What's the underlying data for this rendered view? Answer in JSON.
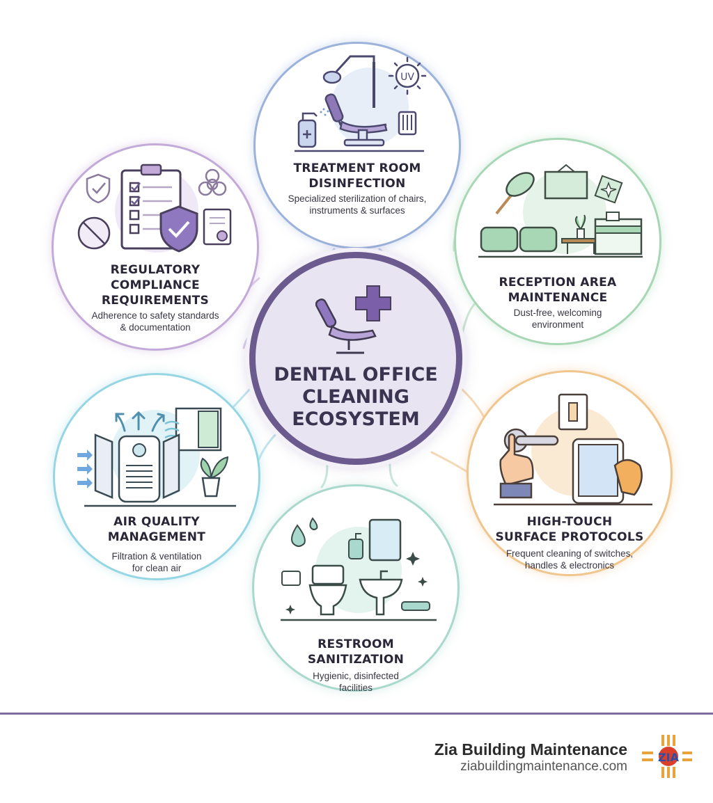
{
  "hub": {
    "title": "DENTAL OFFICE\nCLEANING\nECOSYSTEM"
  },
  "nodes": {
    "treatment": {
      "title_line1": "TREATMENT ROOM",
      "title_line2": "DISINFECTION",
      "desc_line1": "Specialized sterilization of chairs,",
      "desc_line2": "instruments & surfaces",
      "color": "#9bb2db",
      "art_label": "UV"
    },
    "reception": {
      "title_line1": "RECEPTION AREA",
      "title_line2": "MAINTENANCE",
      "desc_line1": "Dust-free, welcoming",
      "desc_line2": "environment",
      "color": "#a8d7b5"
    },
    "hightouch": {
      "title_line1": "HIGH-TOUCH",
      "title_line2": "SURFACE PROTOCOLS",
      "desc_line1": "Frequent cleaning of switches,",
      "desc_line2": "handles & electronics",
      "color": "#f0c58e"
    },
    "restroom": {
      "title_line1": "RESTROOM",
      "title_line2": "SANITIZATION",
      "desc_line1": "Hygienic, disinfected",
      "desc_line2": "facilities",
      "color": "#a9d8cc"
    },
    "air": {
      "title_line1": "AIR QUALITY",
      "title_line2": "MANAGEMENT",
      "desc_line1": "Filtration & ventilation",
      "desc_line2": "for clean air",
      "color": "#96d6e4"
    },
    "regulatory": {
      "title_line1": "REGULATORY",
      "title_line2": "COMPLIANCE",
      "title_line3": "REQUIREMENTS",
      "desc_line1": "Adherence to safety standards",
      "desc_line2": "& documentation",
      "color": "#c3aad8"
    }
  },
  "footer": {
    "company": "Zia Building Maintenance",
    "url": "ziabuildingmaintenance.com",
    "logo_text": "ZIA",
    "rule_color": "#7d6c9c"
  },
  "colors": {
    "hub_ring": "#6b5a8e",
    "hub_fill": "#e9e4f1",
    "accent_purple": "#7b5fa8"
  }
}
